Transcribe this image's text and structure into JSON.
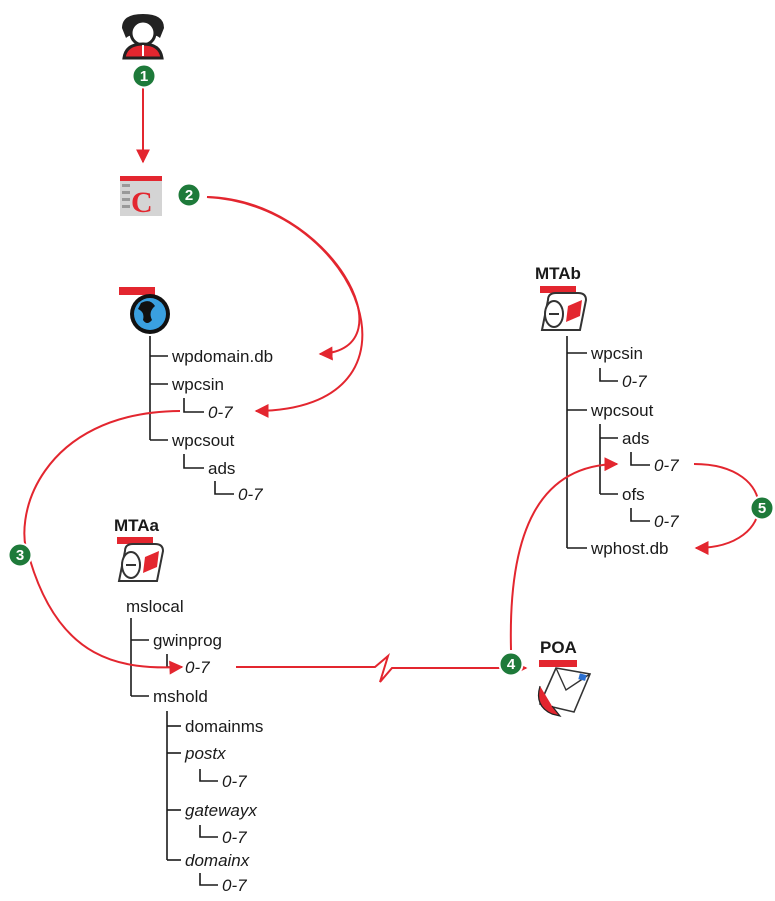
{
  "colors": {
    "badge": "#1e7a3a",
    "arrow": "#e3262f",
    "text": "#1a1a1a"
  },
  "icons": {
    "user": "user-icon",
    "client": "groupwise-client-icon",
    "domain": "domain-globe-icon",
    "mta": "mailbox-icon",
    "poa": "post-office-envelope-icon"
  },
  "steps": [
    "1",
    "2",
    "3",
    "4",
    "5"
  ],
  "domain_tree": {
    "db": "wpdomain.db",
    "wpcsin": "wpcsin",
    "wpcsin_queue": "0-7",
    "wpcsout": "wpcsout",
    "ads": "ads",
    "ads_queue": "0-7"
  },
  "mtab": {
    "title": "MTAb",
    "wpcsin": "wpcsin",
    "wpcsin_queue": "0-7",
    "wpcsout": "wpcsout",
    "ads": "ads",
    "ads_queue": "0-7",
    "ofs": "ofs",
    "ofs_queue": "0-7",
    "db": "wphost.db"
  },
  "mtaa": {
    "title": "MTAa",
    "mslocal": "mslocal",
    "gwinprog": "gwinprog",
    "gwinprog_queue": "0-7",
    "mshold": "mshold",
    "domainms": "domainms",
    "postx": "postx",
    "postx_queue": "0-7",
    "gatewayx": "gatewayx",
    "gatewayx_queue": "0-7",
    "domainx": "domainx",
    "domainx_queue": "0-7"
  },
  "poa": {
    "title": "POA"
  }
}
